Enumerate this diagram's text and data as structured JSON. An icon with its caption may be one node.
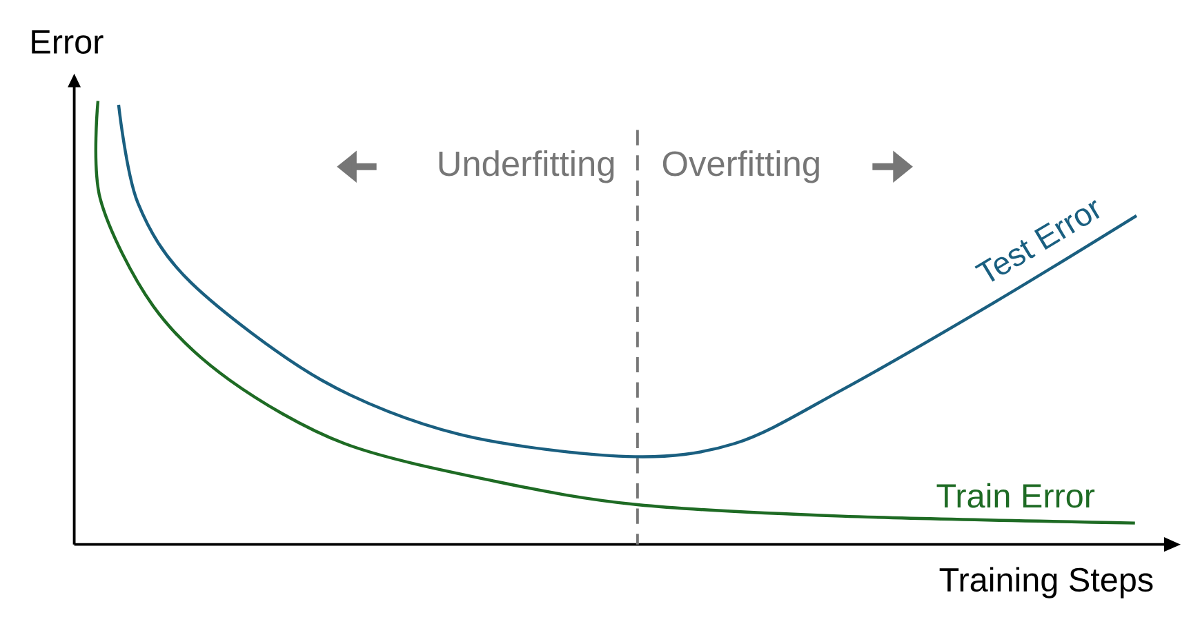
{
  "diagram": {
    "labels": [
      "Error",
      "Underfitting",
      "Overfitting",
      "Test Error",
      "Train Error",
      "Training Steps"
    ]
  }
}
